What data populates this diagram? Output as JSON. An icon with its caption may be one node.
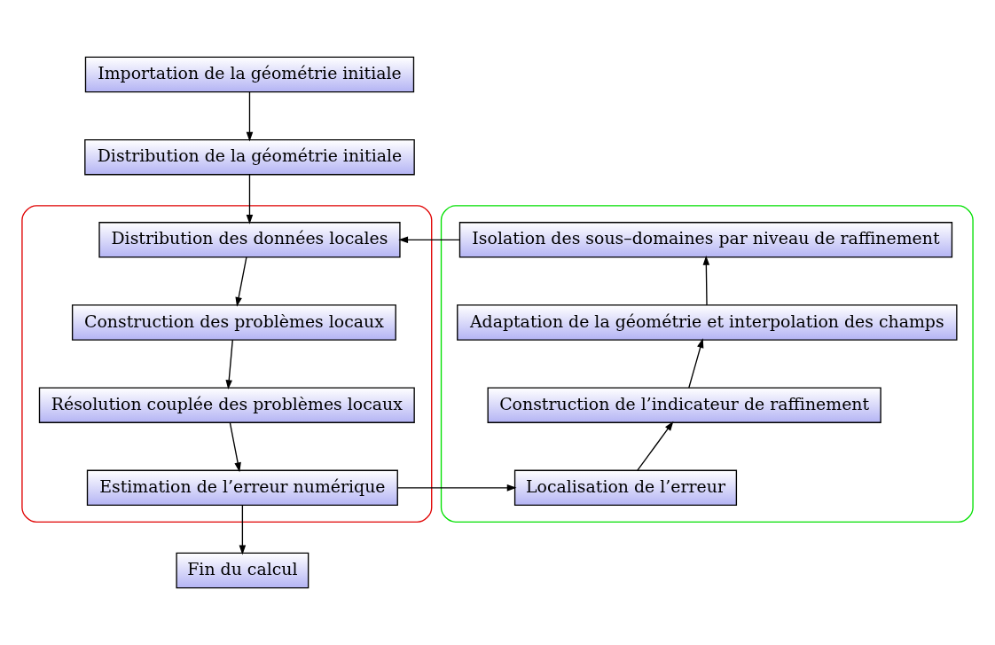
{
  "diagram": {
    "nodes": [
      {
        "text": [
          "Importation de la géométrie initiale"
        ]
      },
      {
        "text": [
          "Distribution de la géométrie initiale"
        ]
      },
      {
        "text": [],
        "shape": "box"
      },
      {
        "text": [
          "Distribution des données locales"
        ],
        "in": 2
      },
      {
        "text": [
          "Construction des problèmes locaux"
        ],
        "in": 2
      },
      {
        "text": [
          "Résolution couplée des problèmes locaux"
        ],
        "in": 2
      },
      {
        "text": [
          "Estimation de l’erreur numérique"
        ],
        "in": 2
      },
      {
        "text": [],
        "shape": "box"
      },
      {
        "text": [
          "Isolation des sous–domaines par niveau de raffinement"
        ],
        "in": 7
      },
      {
        "text": [
          "Adaptation de la géométrie et interpolation des champs"
        ],
        "in": 7
      },
      {
        "text": [
          "Construction de l’indicateur de raffinement"
        ],
        "in": 7
      },
      {
        "text": [
          "Localisation de l’erreur"
        ],
        "in": 7
      },
      {
        "text": [
          "Fin du calcul"
        ]
      }
    ],
    "edges": [
      {
        "from": 0,
        "to": 1,
        "arrow": "to"
      },
      {
        "from": 1,
        "to": 3,
        "arrow": "to"
      },
      {
        "from": 3,
        "to": 4,
        "arrow": "to"
      },
      {
        "from": 4,
        "to": 5,
        "arrow": "to"
      },
      {
        "from": 5,
        "to": 6,
        "arrow": "to"
      },
      {
        "from": 6,
        "to": 12,
        "arrow": "to"
      },
      {
        "from": 6,
        "to": 11,
        "arrow": "to"
      },
      {
        "from": 11,
        "to": 10,
        "arrow": "to"
      },
      {
        "from": 10,
        "to": 9,
        "arrow": "to"
      },
      {
        "from": 9,
        "to": 8,
        "arrow": "to"
      },
      {
        "from": 8,
        "to": 3,
        "arrow": "to"
      }
    ]
  }
}
